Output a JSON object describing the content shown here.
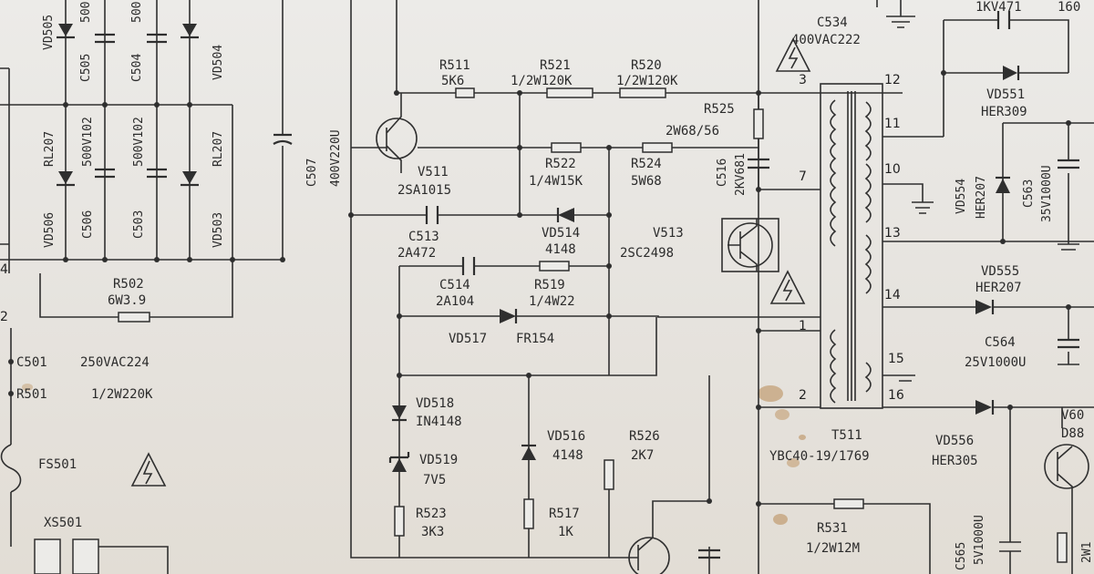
{
  "labels": {
    "vd505": "VD505",
    "c505": "C505",
    "c504": "C504",
    "vd504": "VD504",
    "rl207_a": "RL207",
    "rl207_b": "RL207",
    "v500_a": "500V102",
    "v500_b": "500V102",
    "vd506": "VD506",
    "c506": "C506",
    "c503": "C503",
    "vd503": "VD503",
    "r502": "R502",
    "r502_val": "6W3.9",
    "c501": "C501",
    "c501_val": "250VAC224",
    "r501": "R501",
    "r501_val": "1/2W220K",
    "fs501": "FS501",
    "xs501": "XS501",
    "c507": "C507",
    "c507_val": "400V220U",
    "r511": "R511",
    "r511_val": "5K6",
    "r521": "R521",
    "r521_val": "1/2W120K",
    "r520": "R520",
    "r520_val": "1/2W120K",
    "v511": "V511",
    "v511_type": "2SA1015",
    "r522": "R522",
    "r522_val": "1/4W15K",
    "r524": "R524",
    "r524_val": "5W68",
    "c513": "C513",
    "c513_val": "2A472",
    "vd514": "VD514",
    "vd514_val": "4148",
    "c514": "C514",
    "c514_val": "2A104",
    "r519": "R519",
    "r519_val": "1/4W22",
    "vd517": "VD517",
    "vd517_val": "FR154",
    "vd518": "VD518",
    "vd518_val": "IN4148",
    "vd519": "VD519",
    "vd519_val": "7V5",
    "r523": "R523",
    "r523_val": "3K3",
    "vd516": "VD516",
    "vd516_val": "4148",
    "r517": "R517",
    "r517_val": "1K",
    "r526": "R526",
    "r526_val": "2K7",
    "c534": "C534",
    "c534_val": "400VAC222",
    "r525": "R525",
    "r525_val": "2W68/56",
    "c516": "C516",
    "c516_val": "2KV681",
    "v513": "V513",
    "v513_type": "2SC2498",
    "t511": "T511",
    "t511_type": "YBC40-19/1769",
    "r531": "R531",
    "r531_val": "1/2W12M",
    "top_right_a": "1KV471",
    "top_right_b": "160",
    "vd551": "VD551",
    "vd551_val": "HER309",
    "vd554": "VD554",
    "vd554_val": "HER207",
    "c563": "C563",
    "c563_val": "35V1000U",
    "vd555": "VD555",
    "vd555_val": "HER207",
    "c564": "C564",
    "c564_val": "25V1000U",
    "vd556": "VD556",
    "vd556_val": "HER305",
    "c565": "C565",
    "c565_val": "5V1000U",
    "v60": "V60",
    "d88": "D88",
    "r2w1": "2W1",
    "edge_2": "2",
    "edge_4": "4",
    "pin_3": "3",
    "pin_7": "7",
    "pin_1": "1",
    "pin_2": "2",
    "pin_12": "12",
    "pin_11": "11",
    "pin_10": "10",
    "pin_13": "13",
    "pin_14": "14",
    "pin_15": "15",
    "pin_16": "16"
  },
  "colors": {
    "paper": "#e9e6e1",
    "ink": "#2f2f2f",
    "stain": "#b88a55"
  }
}
